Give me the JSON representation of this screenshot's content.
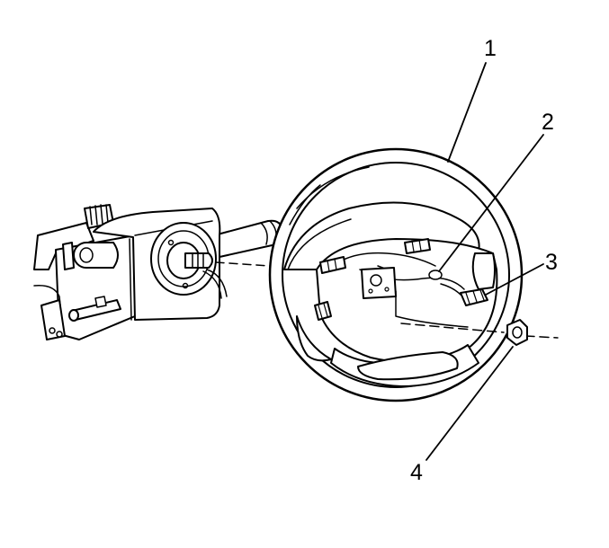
{
  "callouts": [
    {
      "id": "1",
      "label": "1"
    },
    {
      "id": "2",
      "label": "2"
    },
    {
      "id": "3",
      "label": "3"
    },
    {
      "id": "4",
      "label": "4"
    }
  ],
  "colors": {
    "line": "#000000",
    "background": "#ffffff"
  },
  "parts": [
    "steering-column",
    "steering-wheel",
    "wiring-connector",
    "retaining-nut"
  ]
}
